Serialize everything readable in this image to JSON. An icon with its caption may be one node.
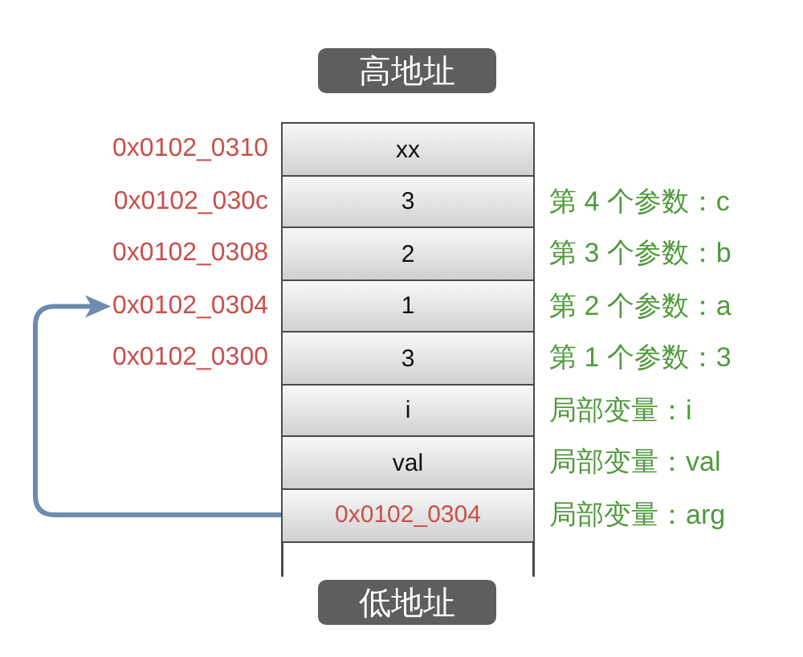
{
  "diagram": {
    "nodes": [
      {
        "text": [
          "高地址"
        ]
      },
      {
        "text": [
          "xx"
        ],
        "beside": [
          "0x0102_0310"
        ]
      },
      {
        "text": [
          "3"
        ],
        "beside": [
          "0x0102_030c",
          "第 4 个参数：c"
        ]
      },
      {
        "text": [
          "2"
        ],
        "beside": [
          "0x0102_0308",
          "第 3 个参数：b"
        ]
      },
      {
        "text": [
          "0x0102_0304"
        ]
      },
      {
        "text": [
          "1"
        ],
        "beside": [
          "第 2 个参数：a"
        ]
      },
      {
        "text": [
          "3"
        ],
        "beside": [
          "0x0102_0300",
          "第 1 个参数：3"
        ]
      },
      {
        "text": [
          "i"
        ],
        "beside": [
          "局部变量：i"
        ]
      },
      {
        "text": [
          "val"
        ],
        "beside": [
          "局部变量：val"
        ]
      },
      {
        "text": [
          "0x0102_0304"
        ],
        "beside": [
          "局部变量：arg"
        ]
      },
      {
        "text": [
          "低地址"
        ]
      }
    ],
    "edges": [
      {
        "from": 9,
        "to": 4,
        "arrow": "to"
      }
    ]
  }
}
